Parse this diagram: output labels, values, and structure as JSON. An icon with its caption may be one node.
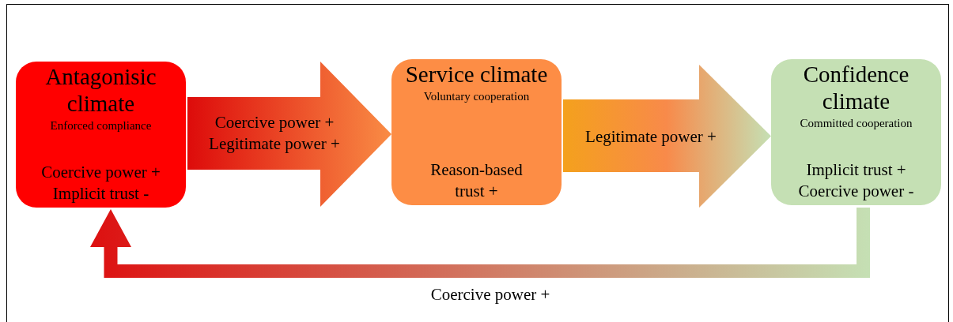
{
  "diagram": {
    "nodes": [
      {
        "text": [
          "Antagonisic climate",
          "Enforced compliance",
          "Coercive power + Implicit trust -"
        ]
      },
      {
        "text": [
          "Service climate",
          "Voluntary cooperation",
          "Reason-based trust +"
        ]
      },
      {
        "text": [
          "Confidence climate",
          "Committed cooperation",
          "Implicit trust + Coercive power -"
        ]
      }
    ],
    "edges": [
      {
        "from": 0,
        "to": 1,
        "arrow": "to",
        "label": "Coercive power + Legitimate power +"
      },
      {
        "from": 1,
        "to": 2,
        "arrow": "to",
        "label": "Legitimate power +"
      },
      {
        "from": 2,
        "to": 0,
        "arrow": "to",
        "label": "Coercive power +"
      }
    ]
  }
}
